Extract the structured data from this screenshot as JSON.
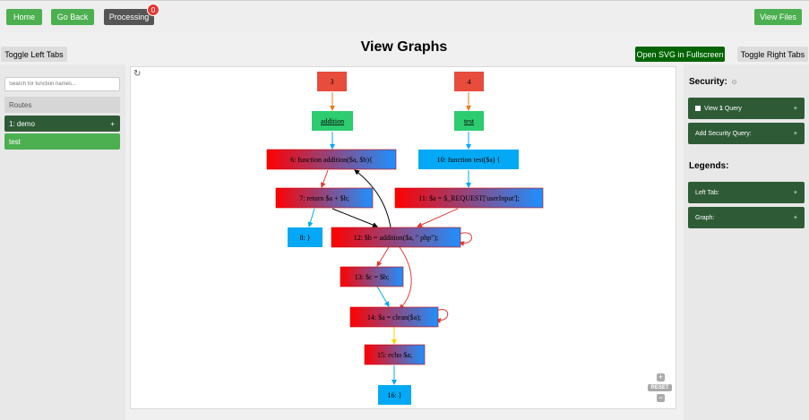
{
  "header": {
    "home_label": "Home",
    "go_back_label": "Go Back",
    "processing_label": "Processing",
    "processing_count": "0",
    "view_files_label": "View Files"
  },
  "toolbar": {
    "toggle_left_label": "Toggle Left Tabs",
    "title": "View Graphs",
    "open_svg_label": "Open SVG in Fullscreen",
    "toggle_right_label": "Toggle Right Tabs"
  },
  "left": {
    "search_placeholder": "Search for function names...",
    "routes_label": "Routes",
    "items": [
      {
        "label": "1: demo",
        "plus": "+"
      },
      {
        "label": "test"
      }
    ]
  },
  "graph": {
    "nodes": {
      "n3": "3",
      "n4": "4",
      "addition": "addition",
      "test": "test",
      "n6": "6: function addition($a, $b){",
      "n10": "10: function test($a) {",
      "n7": "7: return $a + $b;",
      "n11": "11: $a = $_REQUEST['userInput'];",
      "n8": "8: }",
      "n12": "12: $b = addition($a, \" php\");",
      "n13": "13: $c = $b;",
      "n14": "14: $a = clean($a);",
      "n15": "15: echo $a;",
      "n16": "16: }"
    },
    "refresh_icon": "refresh-icon",
    "zoom_in": "+",
    "reset_label": "RESET",
    "zoom_out": "−",
    "colors": {
      "red": "#e74c3c",
      "green": "#2ecc71",
      "blue": "#03a9f4",
      "gradient_from": "#ff0000",
      "gradient_to": "#1e90ff"
    }
  },
  "right": {
    "security_title": "Security:",
    "security_info": "⊙",
    "items": [
      {
        "check": "",
        "label_pre": "View ",
        "label_bold": "1",
        "label_post": " Query",
        "plus": "+"
      },
      {
        "label": "Add Security Query:",
        "plus": "+"
      }
    ],
    "legends_title": "Legends:",
    "legend_items": [
      {
        "label": "Left Tab:",
        "plus": "+"
      },
      {
        "label": "Graph:",
        "plus": "+"
      }
    ]
  }
}
